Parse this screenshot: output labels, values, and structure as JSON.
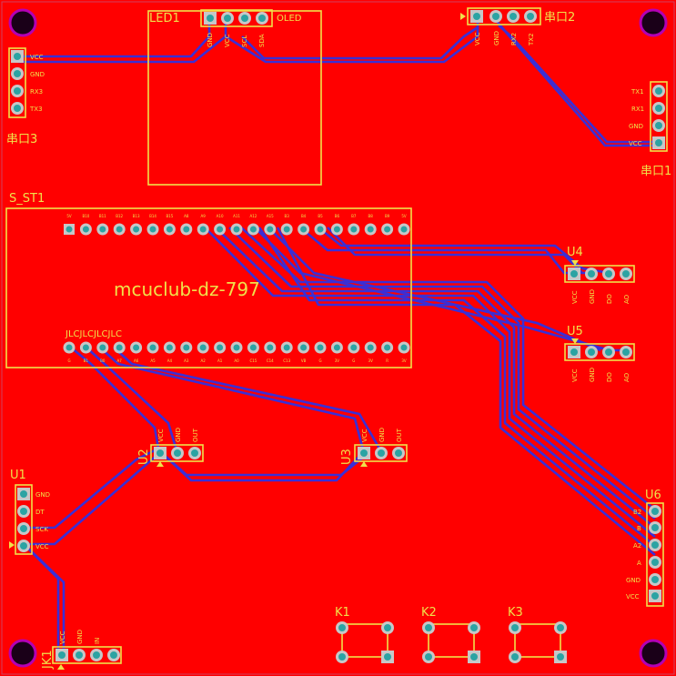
{
  "board": {
    "title": "mcuclub-dz-797",
    "colors": {
      "copper": "#ff0000",
      "silk": "#f0e14a",
      "trace": "#3a2fd6",
      "pad": "#c7c7c7",
      "hole": "#2ba3a3",
      "mounting_hole": "#b400b4"
    }
  },
  "components": {
    "led1": {
      "ref": "LED1",
      "label": "OLED",
      "pins": [
        "GND",
        "VCC",
        "SCL",
        "SDA"
      ]
    },
    "uart2": {
      "ref": "串口2",
      "pins": [
        "VCC",
        "GND",
        "RX2",
        "TX2"
      ]
    },
    "uart3": {
      "ref": "串口3",
      "pins": [
        "VCC",
        "GND",
        "RX3",
        "TX3"
      ]
    },
    "uart1": {
      "ref": "串口1",
      "pins": [
        "TX1",
        "RX1",
        "GND",
        "VCC"
      ]
    },
    "s_st1": {
      "ref": "S_ST1",
      "label": "JLCJLCJLCJLC",
      "top_pins": [
        "5V",
        "B10",
        "B11",
        "B12",
        "B13",
        "B14",
        "B15",
        "A8",
        "A9",
        "A10",
        "A11",
        "A12",
        "A15",
        "B3",
        "B4",
        "B5",
        "B6",
        "B7",
        "B8",
        "B9",
        "5V"
      ],
      "bottom_pins": [
        "G",
        "B1",
        "B0",
        "A7",
        "A6",
        "A5",
        "A4",
        "A3",
        "A2",
        "A1",
        "A0",
        "C15",
        "C14",
        "C13",
        "VB",
        "G",
        "3V",
        "G",
        "3V",
        "R",
        "3V"
      ]
    },
    "u4": {
      "ref": "U4",
      "pins": [
        "VCC",
        "GND",
        "DO",
        "AO"
      ]
    },
    "u5": {
      "ref": "U5",
      "pins": [
        "VCC",
        "GND",
        "DO",
        "AO"
      ]
    },
    "u2": {
      "ref": "U2",
      "pins": [
        "VCC",
        "GND",
        "OUT"
      ]
    },
    "u3": {
      "ref": "U3",
      "pins": [
        "VCC",
        "GND",
        "OUT"
      ]
    },
    "u1": {
      "ref": "U1",
      "pins": [
        "GND",
        "DT",
        "SCK",
        "VCC"
      ]
    },
    "u6": {
      "ref": "U6",
      "pins": [
        "B2",
        "B",
        "A2",
        "A",
        "GND",
        "VCC"
      ]
    },
    "jk1": {
      "ref": "JK1",
      "pins": [
        "VCC",
        "GND",
        "IN"
      ]
    },
    "k1": {
      "ref": "K1"
    },
    "k2": {
      "ref": "K2"
    },
    "k3": {
      "ref": "K3"
    }
  }
}
